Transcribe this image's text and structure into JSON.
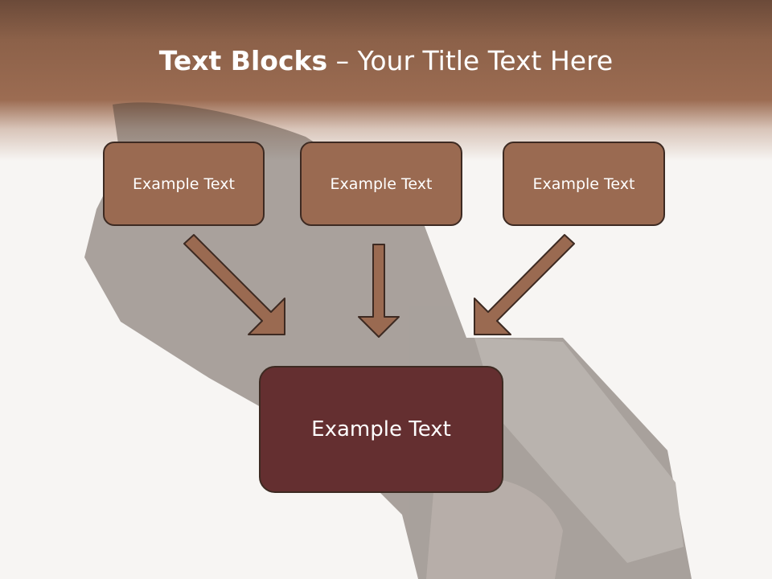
{
  "title": {
    "bold": "Text Blocks",
    "dash": " – ",
    "rest": "Your Title Text Here"
  },
  "blocks": [
    {
      "label": "Example Text"
    },
    {
      "label": "Example Text"
    },
    {
      "label": "Example Text"
    }
  ],
  "main_block": {
    "label": "Example Text"
  },
  "colors": {
    "header": "#9c6c52",
    "box": "#9a6a51",
    "main_box": "#642f30",
    "border": "#3d2a22",
    "arrow": "#9a6a51"
  }
}
